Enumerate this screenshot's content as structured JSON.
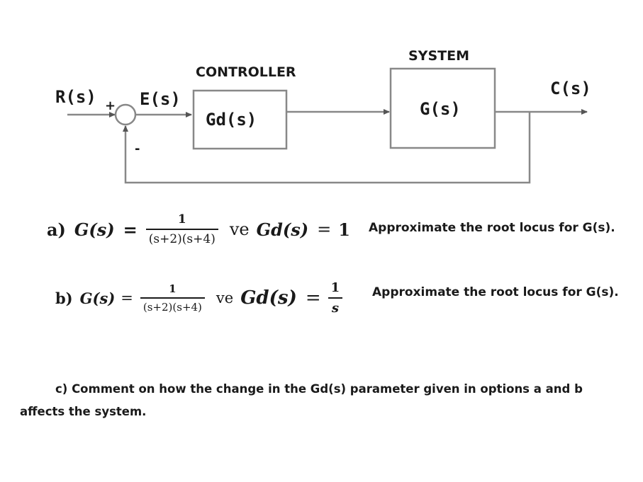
{
  "diagram": {
    "labels": {
      "input": "R(s)",
      "plus_sign": "+",
      "error": "E(s)",
      "minus_sign": "-",
      "controller_title": "CONTROLLER",
      "controller_block": "Gd(s)",
      "system_title": "SYSTEM",
      "system_block": "G(s)",
      "output": "C(s)"
    }
  },
  "questions": {
    "a": {
      "label": "a)",
      "lhs": "G(s)",
      "eq": "=",
      "numerator": "1",
      "denominator": "(s+2)(s+4)",
      "connector": "ve",
      "gd_lhs": "Gd(s)",
      "gd_eq": "=",
      "gd_value": "1",
      "prompt": "Approximate the root locus for G(s)."
    },
    "b": {
      "label": "b)",
      "lhs": "G(s)",
      "eq": "=",
      "numerator": "1",
      "denominator": "(s+2)(s+4)",
      "connector": "ve",
      "gd_lhs": "Gd(s)",
      "gd_eq": "=",
      "gd_numerator": "1",
      "gd_denominator": "s",
      "prompt": "Approximate the root locus for G(s)."
    },
    "c": {
      "text": "c) Comment on how the change in the Gd(s) parameter given in options a and b affects the system."
    }
  }
}
